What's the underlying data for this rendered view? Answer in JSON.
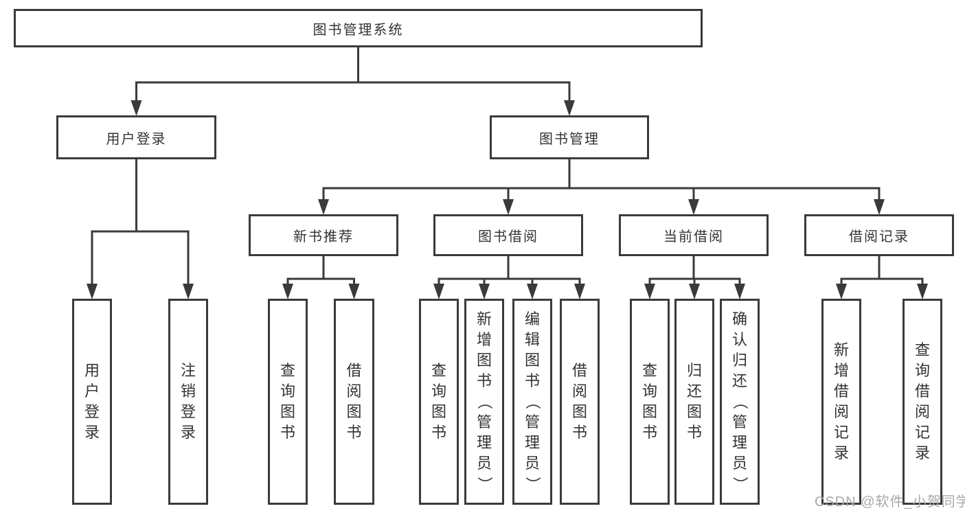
{
  "title": "图书管理系统",
  "watermark": "CSDN @软件_小贺同学",
  "colors": {
    "line": "#3a3a3a",
    "text": "#333333",
    "watermark": "#a8a8a8",
    "background": "#ffffff"
  },
  "diagram": {
    "type": "tree",
    "nodes": [
      {
        "id": "root",
        "label": "图书管理系统",
        "parent": null
      },
      {
        "id": "user-login",
        "label": "用户登录",
        "parent": "root"
      },
      {
        "id": "book-mgmt",
        "label": "图书管理",
        "parent": "root"
      },
      {
        "id": "login",
        "label": "用户登录",
        "parent": "user-login"
      },
      {
        "id": "logout",
        "label": "注销登录",
        "parent": "user-login"
      },
      {
        "id": "new-book-rec",
        "label": "新书推荐",
        "parent": "book-mgmt"
      },
      {
        "id": "book-borrow",
        "label": "图书借阅",
        "parent": "book-mgmt"
      },
      {
        "id": "current-borrow",
        "label": "当前借阅",
        "parent": "book-mgmt"
      },
      {
        "id": "borrow-records",
        "label": "借阅记录",
        "parent": "book-mgmt"
      },
      {
        "id": "rec-query-books",
        "label": "查询图书",
        "parent": "new-book-rec"
      },
      {
        "id": "rec-borrow-books",
        "label": "借阅图书",
        "parent": "new-book-rec"
      },
      {
        "id": "bb-query-books",
        "label": "查询图书",
        "parent": "book-borrow"
      },
      {
        "id": "bb-add-books",
        "label": "新增图书（管理员）",
        "parent": "book-borrow"
      },
      {
        "id": "bb-edit-books",
        "label": "编辑图书（管理员）",
        "parent": "book-borrow"
      },
      {
        "id": "bb-borrow-books",
        "label": "借阅图书",
        "parent": "book-borrow"
      },
      {
        "id": "cb-query-books",
        "label": "查询图书",
        "parent": "current-borrow"
      },
      {
        "id": "cb-return-books",
        "label": "归还图书",
        "parent": "current-borrow"
      },
      {
        "id": "cb-confirm-return",
        "label": "确认归还（管理员）",
        "parent": "current-borrow"
      },
      {
        "id": "br-add-record",
        "label": "新增借阅记录",
        "parent": "borrow-records"
      },
      {
        "id": "br-query-record",
        "label": "查询借阅记录",
        "parent": "borrow-records"
      }
    ]
  }
}
